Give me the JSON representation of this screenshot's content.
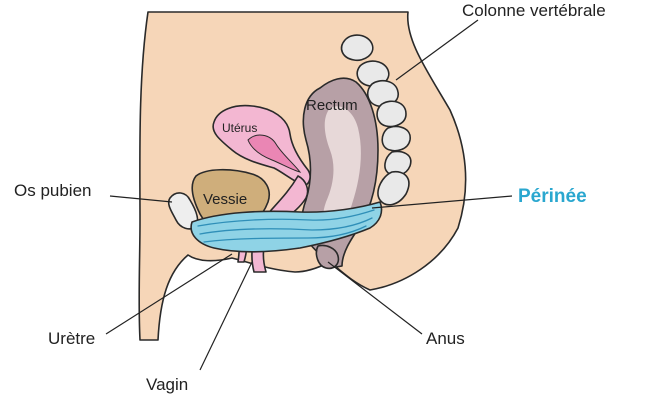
{
  "labels": {
    "spine": "Colonne vertébrale",
    "rectum": "Rectum",
    "uterus": "Utérus",
    "pubic_bone": "Os pubien",
    "bladder": "Vessie",
    "perineum": "Périnée",
    "urethra": "Urètre",
    "anus": "Anus",
    "vagina": "Vagin"
  },
  "colors": {
    "skin": "#f6d6b8",
    "bone": "#e9e9e9",
    "uterus": "#f3b7d2",
    "uterus_inner": "#ea86b4",
    "bladder": "#cfae7b",
    "rectum": "#b7a0a6",
    "rectum_inner": "#e7d8d8",
    "perineum": "#8fd3e6",
    "perineum_line": "#2f8fb8",
    "accent": "#2aa7cf"
  }
}
